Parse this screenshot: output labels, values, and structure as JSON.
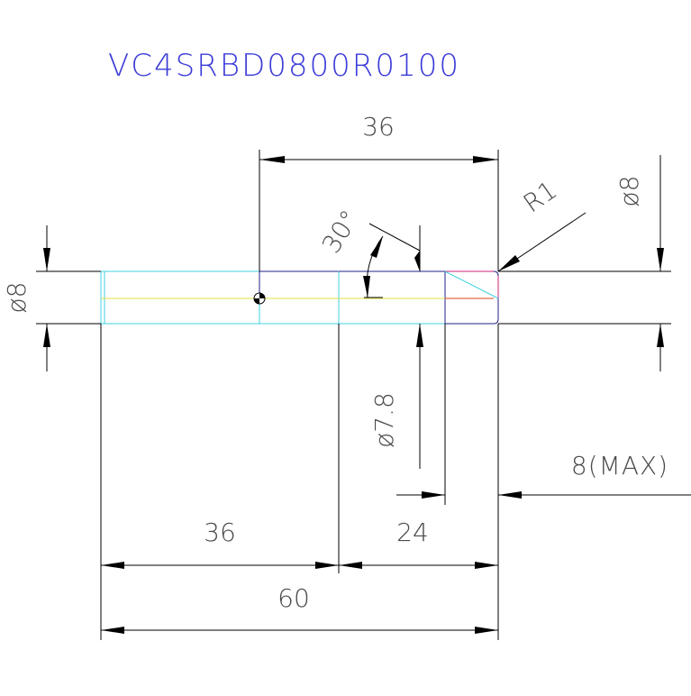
{
  "title": "VC4SRBD0800R0100",
  "colors": {
    "title": "#3b3bd9",
    "dimension_text": "#4a4a4a",
    "shank_outline": "#3fd3e0",
    "body_outline": "#22228a",
    "tip_outline": "#cc2277",
    "center_axis": "#e0e040"
  },
  "dimensions": {
    "top_length": "36",
    "angle": "30°",
    "radius": "R1",
    "tip_diameter": "ø8",
    "shank_diameter": "ø8",
    "neck_diameter": "ø7.8",
    "max_length": "8(MAX)",
    "shank_length": "36",
    "neck_length": "24",
    "overall_length": "60"
  }
}
